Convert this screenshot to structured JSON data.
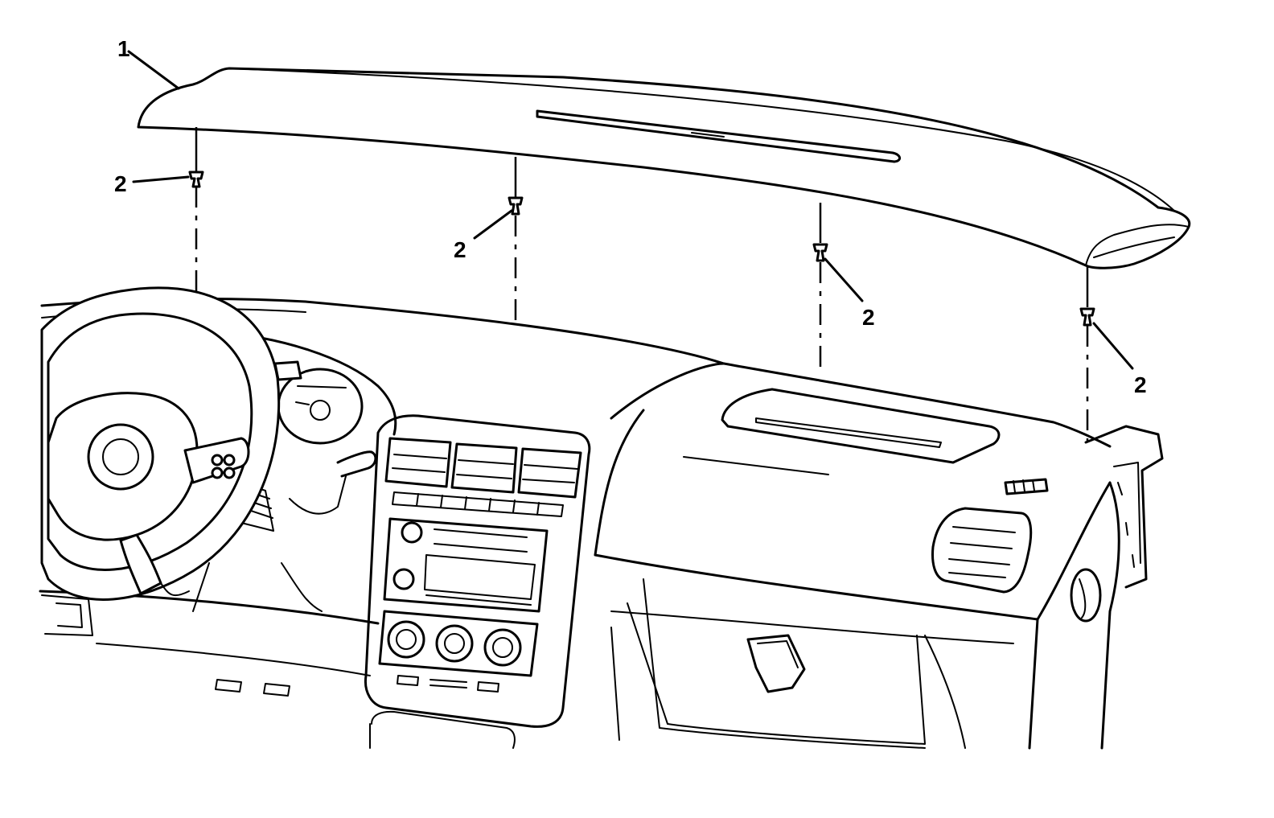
{
  "callouts": [
    {
      "id": "callout-1",
      "label": "1"
    },
    {
      "id": "callout-2a",
      "label": "2"
    },
    {
      "id": "callout-2b",
      "label": "2"
    },
    {
      "id": "callout-2c",
      "label": "2"
    },
    {
      "id": "callout-2d",
      "label": "2"
    }
  ],
  "parts": {
    "1": "instrument-panel-upper-trim-pad",
    "2": "retainer-clip"
  }
}
